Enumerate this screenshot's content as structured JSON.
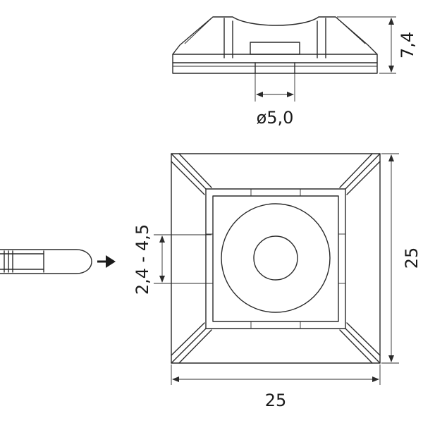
{
  "dimensions": {
    "height": "7,4",
    "hole_diameter": "ø5,0",
    "side_height": "25",
    "side_width": "25",
    "tie_width_range": "2,4 - 4,5"
  },
  "line_color": "#2b2b2b",
  "text_color": "#1a1a1a",
  "background_color": "#ffffff"
}
